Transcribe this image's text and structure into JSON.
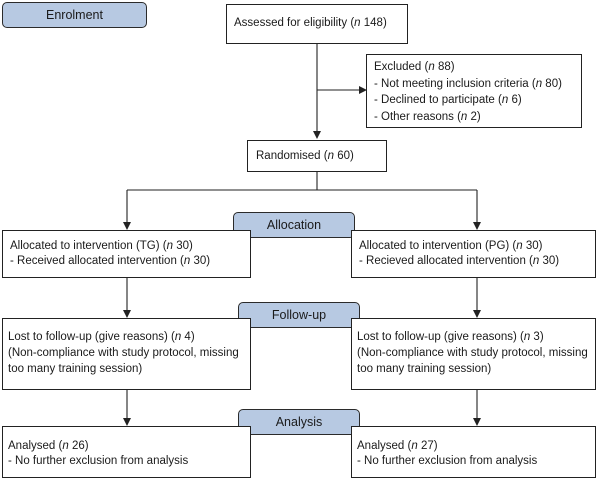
{
  "stages": {
    "enrolment": "Enrolment",
    "allocation": "Allocation",
    "follow_up": "Follow-up",
    "analysis": "Analysis"
  },
  "assessed": {
    "pre": "Assessed for eligibility (",
    "n": "n",
    "post": " 148)"
  },
  "excluded": {
    "title": {
      "pre": "Excluded (",
      "n": "n",
      "post": " 88)"
    },
    "items": [
      {
        "pre": "-  Not meeting inclusion criteria (",
        "n": "n",
        "post": " 80)"
      },
      {
        "pre": "-  Declined to participate (",
        "n": "n",
        "post": " 6)"
      },
      {
        "pre": "-  Other reasons (",
        "n": "n",
        "post": " 2)"
      }
    ]
  },
  "randomised": {
    "pre": "Randomised (",
    "n": "n",
    "post": " 60)"
  },
  "left": {
    "allocation": [
      {
        "pre": "Allocated to intervention (TG) (",
        "n": "n",
        "post": " 30)"
      },
      {
        "pre": " -  Received allocated intervention (",
        "n": "n",
        "post": " 30)"
      }
    ],
    "followup": [
      {
        "pre": "Lost to follow-up (give reasons) (",
        "n": "n",
        "post": " 4)"
      },
      {
        "text": "(Non-compliance with study protocol, missing"
      },
      {
        "text": "too many training session)"
      }
    ],
    "analysis": [
      {
        "pre": "Analysed (",
        "n": "n",
        "post": " 26)"
      },
      {
        "text": " -  No further exclusion from analysis"
      }
    ]
  },
  "right": {
    "allocation": [
      {
        "pre": "Allocated to intervention (PG) (",
        "n": "n",
        "post": " 30)"
      },
      {
        "pre": " -  Recieved allocated intervention (",
        "n": "n",
        "post": " 30)"
      }
    ],
    "followup": [
      {
        "pre": "Lost to follow-up (give reasons) (",
        "n": "n",
        "post": " 3)"
      },
      {
        "text": "(Non-compliance with study protocol, missing"
      },
      {
        "text": "too many training session)"
      }
    ],
    "analysis": [
      {
        "pre": "Analysed (",
        "n": "n",
        "post": " 27)"
      },
      {
        "text": " -  No further exclusion from analysis"
      }
    ]
  }
}
